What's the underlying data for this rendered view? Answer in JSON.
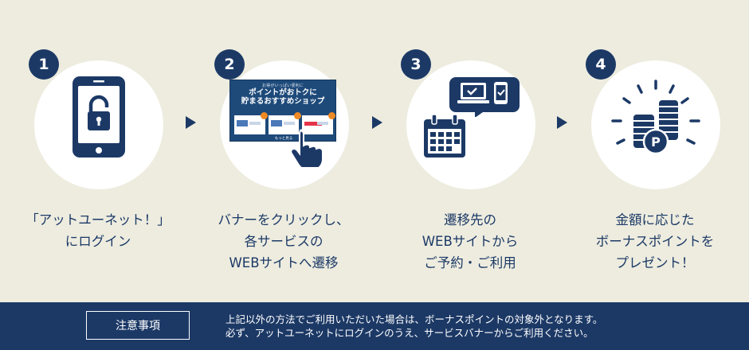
{
  "colors": {
    "background": "#edecdf",
    "navy": "#1c3966",
    "circle": "#ffffff"
  },
  "steps": [
    {
      "number": "1",
      "icon": "smartphone-lock-icon",
      "caption": "「アットユーネット！」\nにログイン"
    },
    {
      "number": "2",
      "icon": "banner-click-icon",
      "caption": "バナーをクリックし、\n各サービスの\nWEBサイトへ遷移"
    },
    {
      "number": "3",
      "icon": "calendar-devices-icon",
      "caption": "遷移先の\nWEBサイトから\nご予約・ご利用"
    },
    {
      "number": "4",
      "icon": "coin-point-icon",
      "caption": "金額に応じた\nボーナスポイントを\nプレゼント！"
    }
  ],
  "banner": {
    "subtitle": "お得がいっぱい便利に",
    "title": "ポイントがおトクに\n貯まるおすすめショップ",
    "more": "もっと見る"
  },
  "footer": {
    "notice_button": "注意事項",
    "notice_lines": [
      "上記以外の方法でご利用いただいた場合は、ボーナスポイントの対象外となります。",
      "必ず、アットユーネットにログインのうえ、サービスバナーからご利用ください。"
    ]
  }
}
